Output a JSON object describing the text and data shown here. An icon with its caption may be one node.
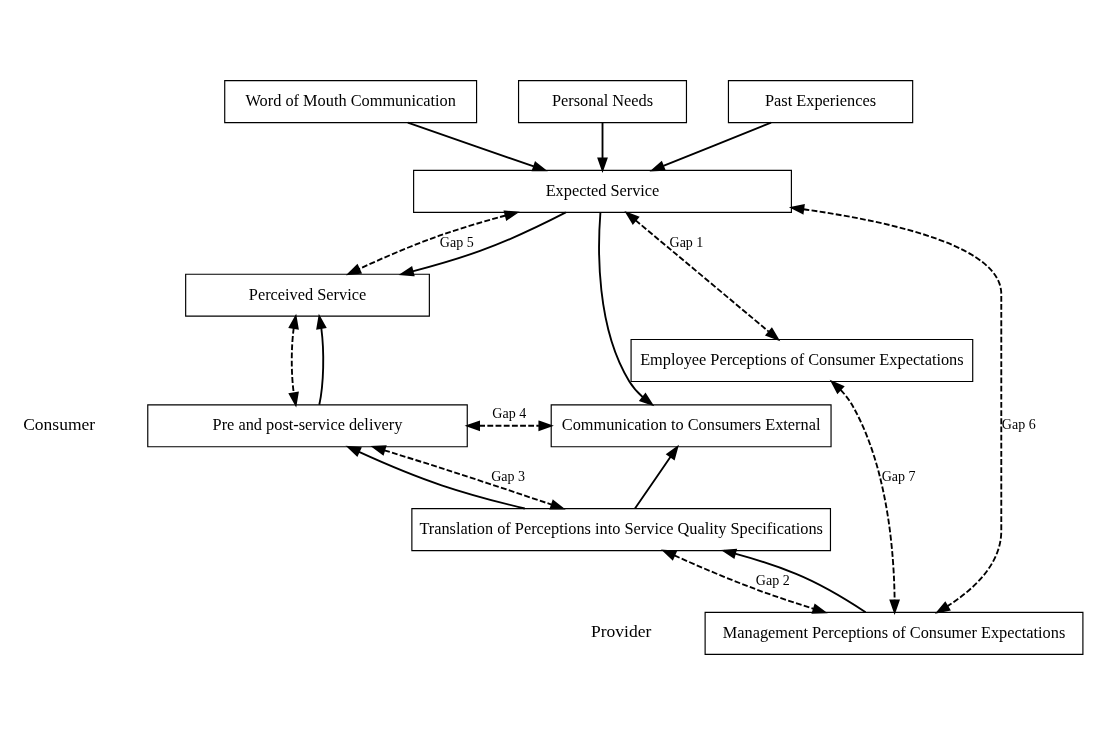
{
  "diagram": {
    "nodes": [
      {
        "text": [
          "Word of Mouth Communication"
        ]
      },
      {
        "text": [
          "Personal Needs"
        ]
      },
      {
        "text": [
          "Past Experiences"
        ]
      },
      {
        "text": [
          "Expected Service"
        ]
      },
      {
        "text": [
          "Perceived Service"
        ]
      },
      {
        "text": [
          "Pre and post-service delivery"
        ]
      },
      {
        "text": [
          "Communication to Consumers External"
        ]
      },
      {
        "text": [
          "Employee Perceptions of Consumer Expectations"
        ]
      },
      {
        "text": [
          "Translation of Perceptions into Service Quality Specifications"
        ]
      },
      {
        "text": [
          "Management Perceptions of Consumer Expectations"
        ]
      }
    ],
    "edges": [
      {
        "from": 0,
        "to": 3,
        "arrow": "to"
      },
      {
        "from": 1,
        "to": 3,
        "arrow": "to"
      },
      {
        "from": 2,
        "to": 3,
        "arrow": "to"
      },
      {
        "from": 3,
        "to": 4,
        "arrow": "both",
        "style": "dashed",
        "label": "Gap 5"
      },
      {
        "from": 3,
        "to": 4,
        "arrow": "to"
      },
      {
        "from": 3,
        "to": 6,
        "arrow": "to"
      },
      {
        "from": 3,
        "to": 7,
        "arrow": "both",
        "style": "dashed",
        "label": "Gap 1"
      },
      {
        "from": 3,
        "to": 9,
        "arrow": "both",
        "style": "dashed",
        "label": "Gap 6"
      },
      {
        "from": 4,
        "to": 5,
        "arrow": "both",
        "style": "dashed"
      },
      {
        "from": 5,
        "to": 4,
        "arrow": "to"
      },
      {
        "from": 5,
        "to": 6,
        "arrow": "both",
        "style": "dashed",
        "label": "Gap 4"
      },
      {
        "from": 5,
        "to": 8,
        "arrow": "both",
        "style": "dashed",
        "label": "Gap 3"
      },
      {
        "from": 8,
        "to": 5,
        "arrow": "to"
      },
      {
        "from": 8,
        "to": 6,
        "arrow": "to"
      },
      {
        "from": 8,
        "to": 9,
        "arrow": "both",
        "style": "dashed",
        "label": "Gap 2"
      },
      {
        "from": 9,
        "to": 8,
        "arrow": "to"
      },
      {
        "from": 7,
        "to": 9,
        "arrow": "both",
        "style": "dashed",
        "label": "Gap 7"
      }
    ],
    "labels": [
      "Consumer",
      "Provider"
    ]
  }
}
